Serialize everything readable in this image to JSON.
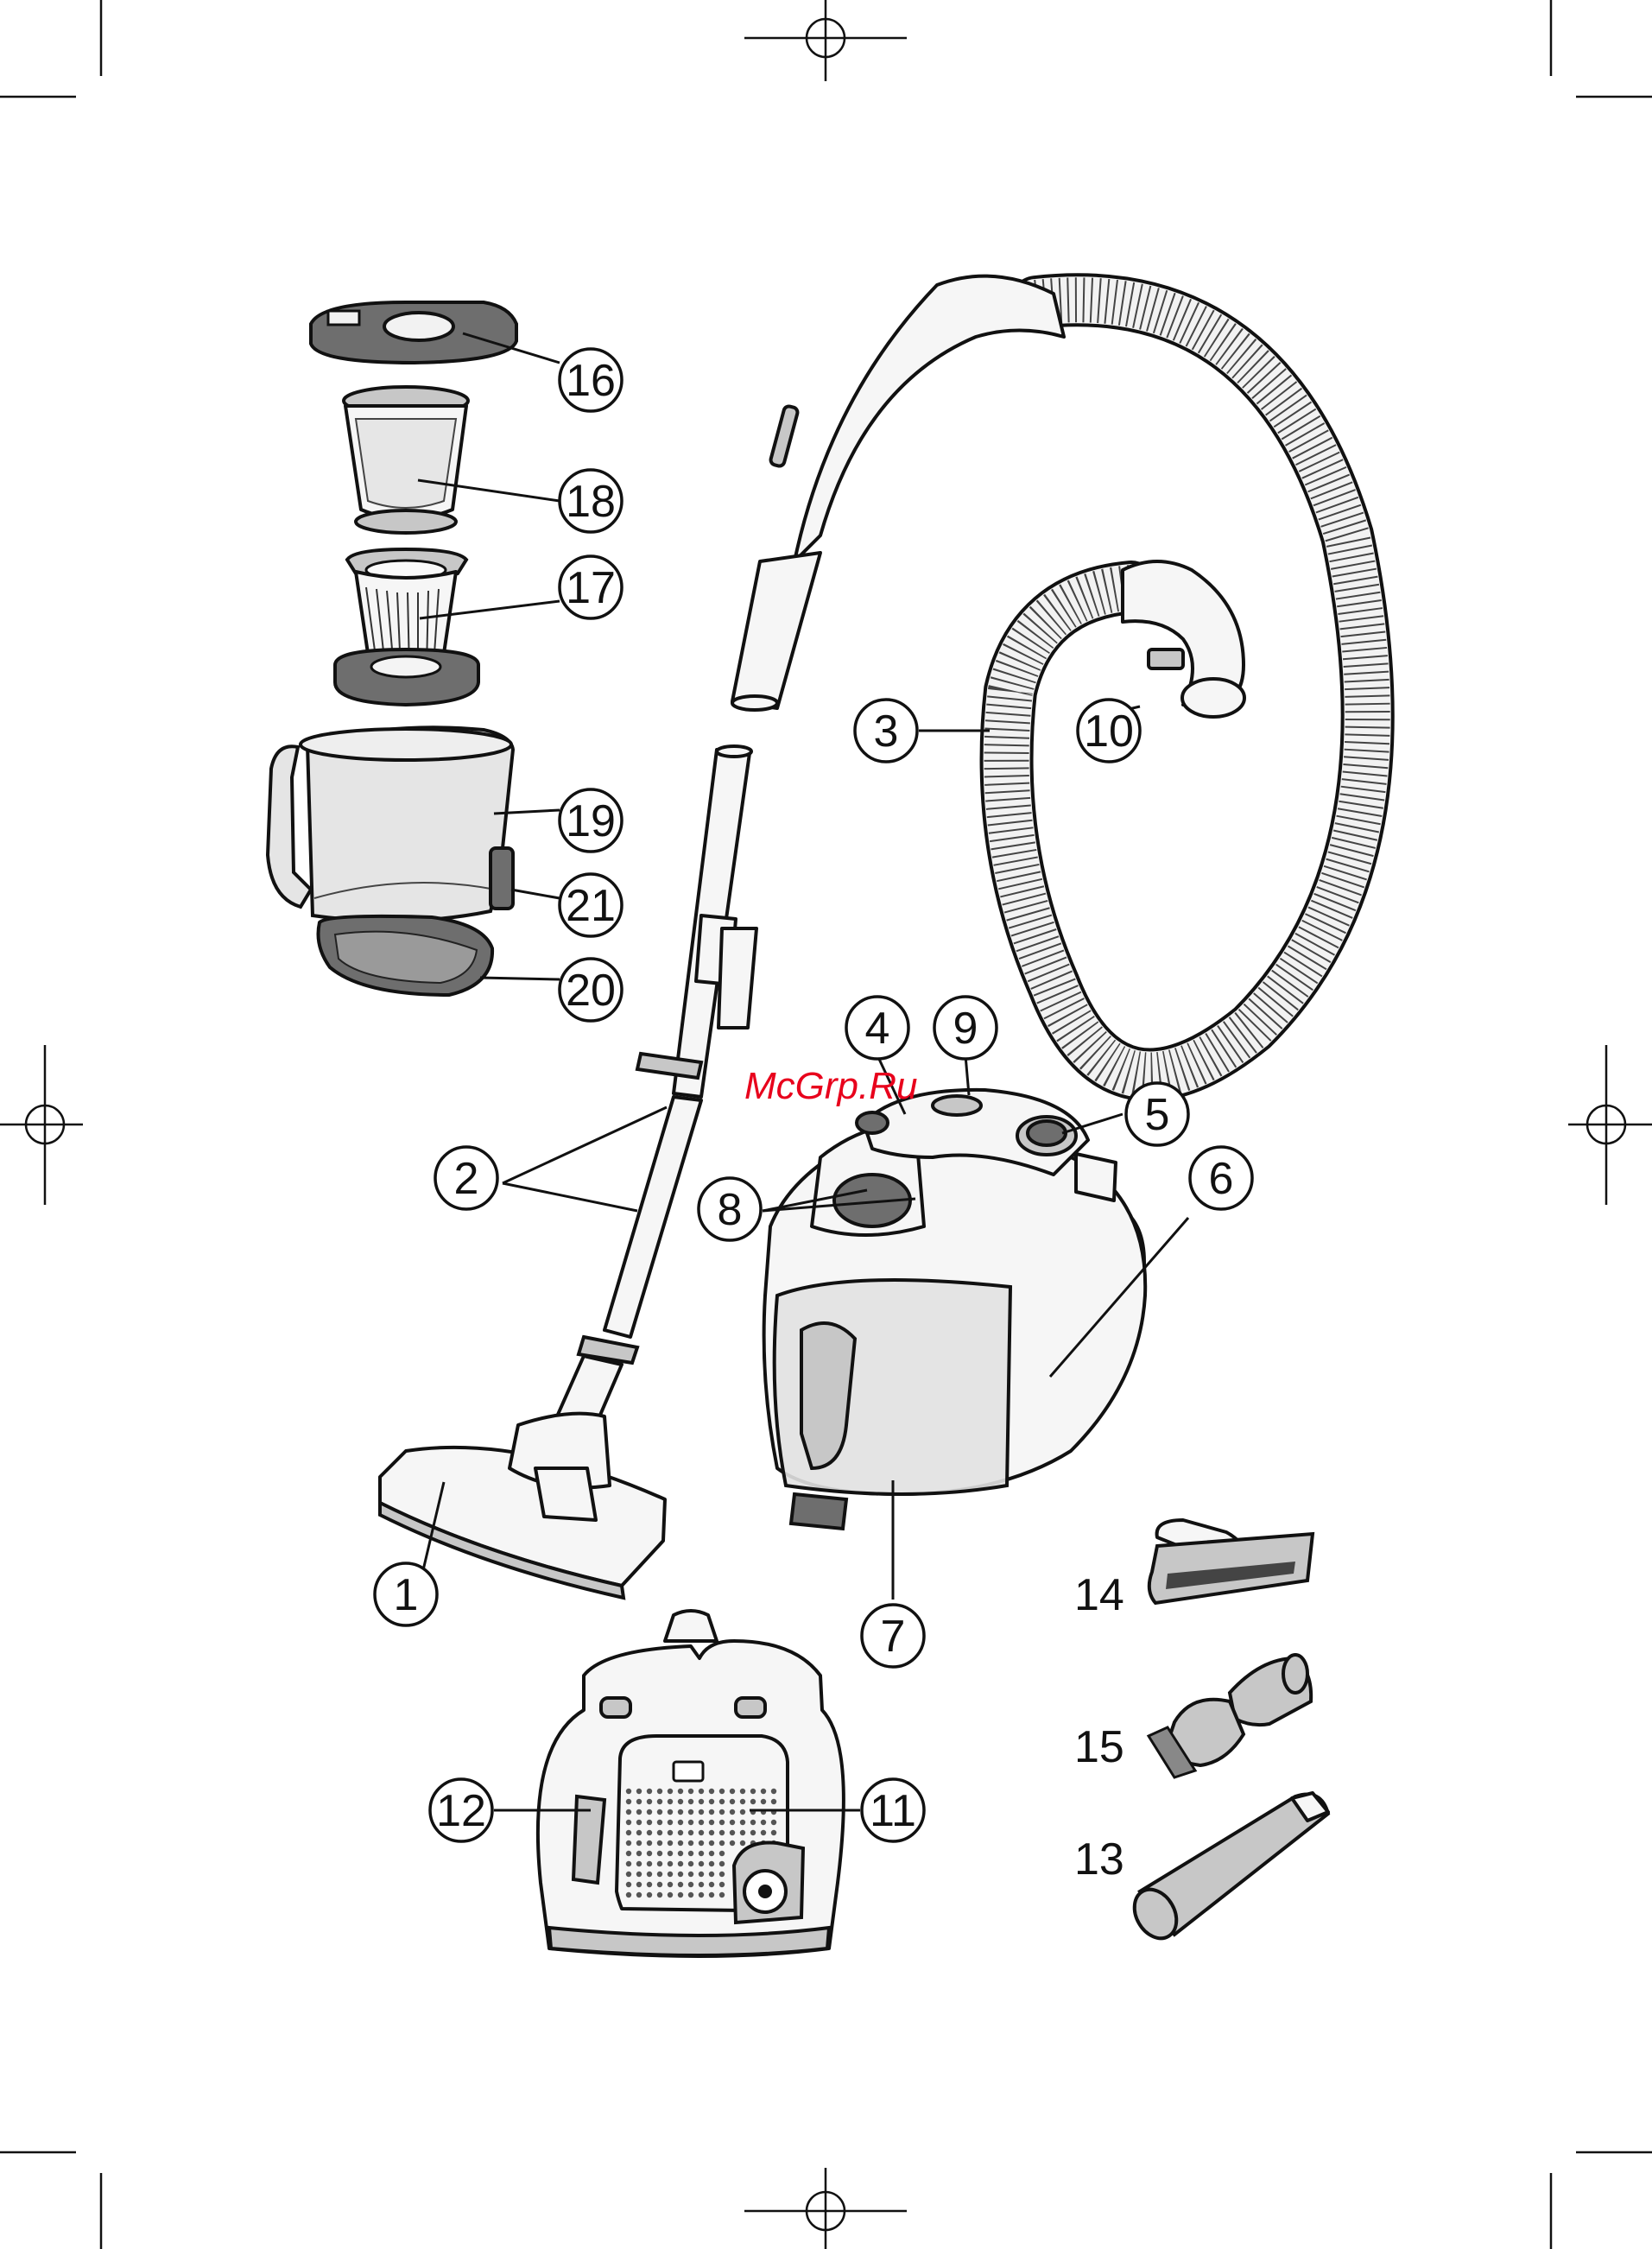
{
  "watermark": "McGrp.Ru",
  "callouts": [
    {
      "id": "c1",
      "label": "1"
    },
    {
      "id": "c2",
      "label": "2"
    },
    {
      "id": "c3",
      "label": "3"
    },
    {
      "id": "c4",
      "label": "4"
    },
    {
      "id": "c5",
      "label": "5"
    },
    {
      "id": "c6",
      "label": "6"
    },
    {
      "id": "c7",
      "label": "7"
    },
    {
      "id": "c8",
      "label": "8"
    },
    {
      "id": "c9",
      "label": "9"
    },
    {
      "id": "c10",
      "label": "10"
    },
    {
      "id": "c11",
      "label": "11"
    },
    {
      "id": "c12",
      "label": "12"
    },
    {
      "id": "c16",
      "label": "16"
    },
    {
      "id": "c17",
      "label": "17"
    },
    {
      "id": "c18",
      "label": "18"
    },
    {
      "id": "c19",
      "label": "19"
    },
    {
      "id": "c20",
      "label": "20"
    },
    {
      "id": "c21",
      "label": "21"
    }
  ],
  "plain_labels": [
    {
      "id": "p13",
      "label": "13"
    },
    {
      "id": "p14",
      "label": "14"
    },
    {
      "id": "p15",
      "label": "15"
    }
  ]
}
